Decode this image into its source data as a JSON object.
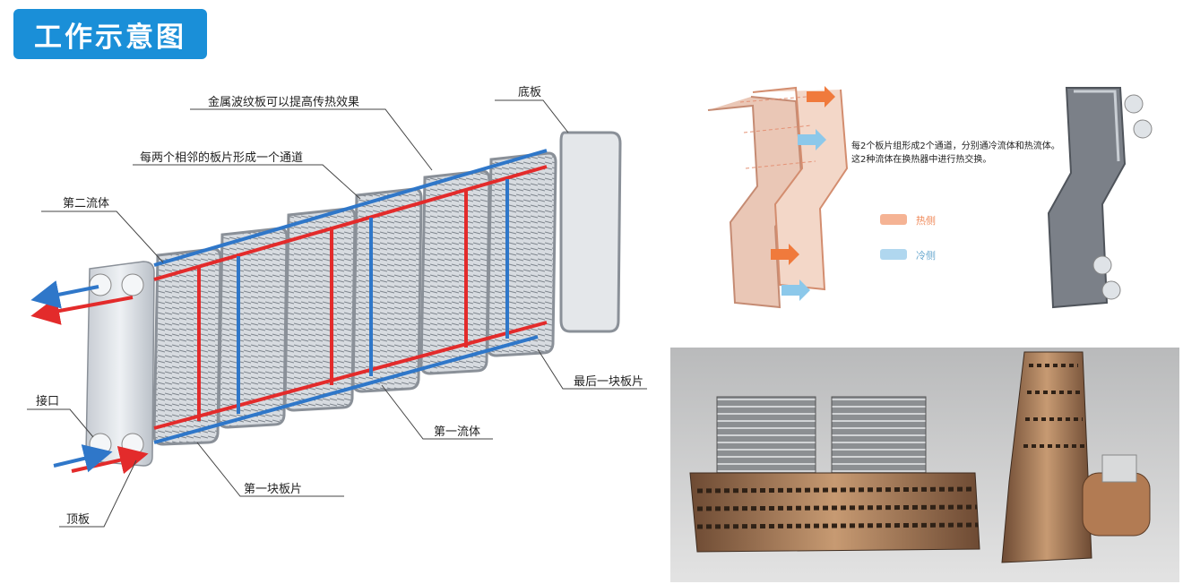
{
  "header": {
    "title": "工作示意图"
  },
  "labels": {
    "fluid2": "第二流体",
    "corrugated": "金属波纹板可以提高传热效果",
    "channel": "每两个相邻的板片形成一个通道",
    "base_plate": "底板",
    "port": "接口",
    "last_plate": "最后一块板片",
    "fluid1": "第一流体",
    "first_plate": "第一块板片",
    "top_plate": "顶板"
  },
  "top_panel": {
    "note_line1": "每2个板片组形成2个通道，分别通冷流体和热流体。",
    "note_line2": "这2种流体在换热器中进行热交换。",
    "legend_hot": "热侧",
    "legend_cold": "冷侧"
  },
  "colors": {
    "accent": "#1a8fd8",
    "hot": "#e32b2b",
    "cold": "#2f77c9",
    "hot_legend": "#f08a5a",
    "cold_legend": "#86c2e6"
  }
}
